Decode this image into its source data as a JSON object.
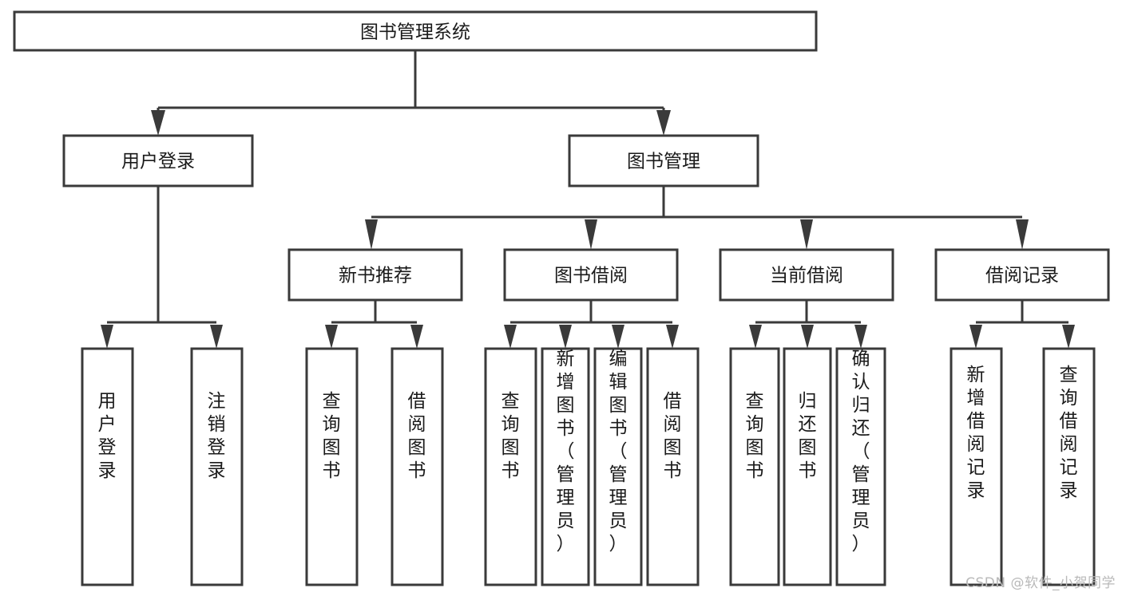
{
  "diagram": {
    "title": "图书管理系统",
    "type": "tree-hierarchy-chart",
    "watermark": "CSDN @软件_小贺同学",
    "colors": {
      "stroke": "#3a3a3a",
      "box_fill": "#ffffff",
      "text": "#1a1a1a",
      "background": "#ffffff",
      "watermark": "#b9b9b9"
    },
    "root": {
      "label": "图书管理系统"
    },
    "level2": [
      {
        "label": "用户登录"
      },
      {
        "label": "图书管理"
      }
    ],
    "level3": [
      {
        "label": "新书推荐"
      },
      {
        "label": "图书借阅"
      },
      {
        "label": "当前借阅"
      },
      {
        "label": "借阅记录"
      }
    ],
    "leaves": {
      "user_login": [
        {
          "label": "用户登录"
        },
        {
          "label": "注销登录"
        }
      ],
      "new_book_recommend": [
        {
          "label": "查询图书"
        },
        {
          "label": "借阅图书"
        }
      ],
      "book_borrow": [
        {
          "label": "查询图书"
        },
        {
          "label": "新增图书（管理员）"
        },
        {
          "label": "编辑图书（管理员）"
        },
        {
          "label": "借阅图书"
        }
      ],
      "current_borrow": [
        {
          "label": "查询图书"
        },
        {
          "label": "归还图书"
        },
        {
          "label": "确认归还（管理员）"
        }
      ],
      "borrow_record": [
        {
          "label": "新增借阅记录"
        },
        {
          "label": "查询借阅记录"
        }
      ]
    }
  },
  "chart_data": {
    "type": "table",
    "title": "图书管理系统",
    "nodes": [
      {
        "id": "root",
        "label": "图书管理系统",
        "level": 1,
        "parent": null
      },
      {
        "id": "n-user-login",
        "label": "用户登录",
        "level": 2,
        "parent": "root"
      },
      {
        "id": "n-book-manage",
        "label": "图书管理",
        "level": 2,
        "parent": "root"
      },
      {
        "id": "n-new-book",
        "label": "新书推荐",
        "level": 3,
        "parent": "n-book-manage"
      },
      {
        "id": "n-book-borrow",
        "label": "图书借阅",
        "level": 3,
        "parent": "n-book-manage"
      },
      {
        "id": "n-current-borrow",
        "label": "当前借阅",
        "level": 3,
        "parent": "n-book-manage"
      },
      {
        "id": "n-borrow-record",
        "label": "借阅记录",
        "level": 3,
        "parent": "n-book-manage"
      },
      {
        "id": "l-login",
        "label": "用户登录",
        "level": 4,
        "parent": "n-user-login"
      },
      {
        "id": "l-logout",
        "label": "注销登录",
        "level": 4,
        "parent": "n-user-login"
      },
      {
        "id": "l-nb-query",
        "label": "查询图书",
        "level": 4,
        "parent": "n-new-book"
      },
      {
        "id": "l-nb-borrow",
        "label": "借阅图书",
        "level": 4,
        "parent": "n-new-book"
      },
      {
        "id": "l-bb-query",
        "label": "查询图书",
        "level": 4,
        "parent": "n-book-borrow"
      },
      {
        "id": "l-bb-add",
        "label": "新增图书（管理员）",
        "level": 4,
        "parent": "n-book-borrow"
      },
      {
        "id": "l-bb-edit",
        "label": "编辑图书（管理员）",
        "level": 4,
        "parent": "n-book-borrow"
      },
      {
        "id": "l-bb-borrow",
        "label": "借阅图书",
        "level": 4,
        "parent": "n-book-borrow"
      },
      {
        "id": "l-cb-query",
        "label": "查询图书",
        "level": 4,
        "parent": "n-current-borrow"
      },
      {
        "id": "l-cb-return",
        "label": "归还图书",
        "level": 4,
        "parent": "n-current-borrow"
      },
      {
        "id": "l-cb-confirm",
        "label": "确认归还（管理员）",
        "level": 4,
        "parent": "n-current-borrow"
      },
      {
        "id": "l-br-add",
        "label": "新增借阅记录",
        "level": 4,
        "parent": "n-borrow-record"
      },
      {
        "id": "l-br-query",
        "label": "查询借阅记录",
        "level": 4,
        "parent": "n-borrow-record"
      }
    ]
  }
}
